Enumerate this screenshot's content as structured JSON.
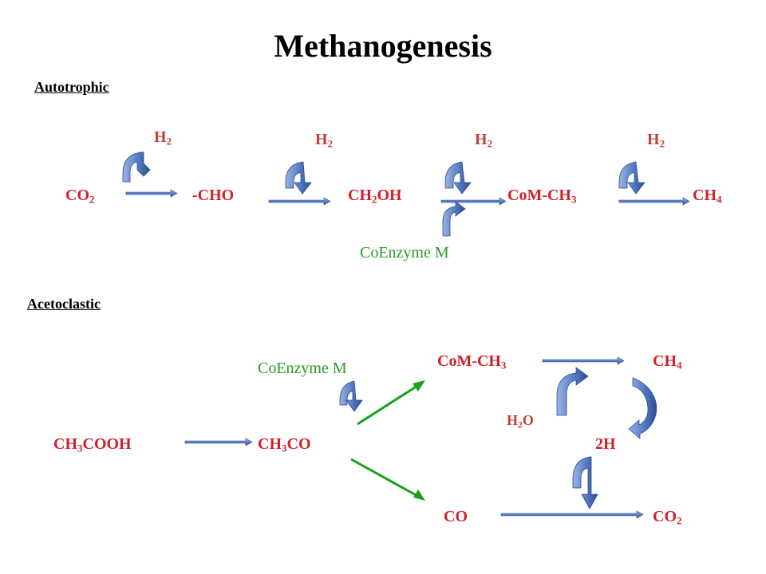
{
  "title": "Methanogenesis",
  "autotrophic": {
    "heading": "Autotrophic",
    "h2": {
      "text": "H",
      "sub": "2"
    },
    "co2": {
      "text": "CO",
      "sub": "2"
    },
    "cho": "-CHO",
    "ch2oh": {
      "pre": "CH",
      "sub": "2",
      "post": "OH"
    },
    "comch3": {
      "text": "CoM-CH",
      "sub": "3"
    },
    "ch4": {
      "text": "CH",
      "sub": "4"
    },
    "coenzyme": "CoEnzyme M"
  },
  "acetoclastic": {
    "heading": "Acetoclastic",
    "ch3cooh": {
      "pre": "CH",
      "sub": "3",
      "post": "COOH"
    },
    "ch3co": {
      "pre": "CH",
      "sub": "3",
      "post": "CO"
    },
    "coenzyme": "CoEnzyme M",
    "comch3": {
      "text": "CoM-CH",
      "sub": "3"
    },
    "ch4": {
      "text": "CH",
      "sub": "4"
    },
    "h2o": {
      "pre": "H",
      "sub": "2",
      "post": "O"
    },
    "two_h": "2H",
    "co": "CO",
    "co2": {
      "text": "CO",
      "sub": "2"
    }
  },
  "colors": {
    "chem": "#d0202a",
    "coenzyme": "#2a9a2a",
    "arrow_blue": "#5078c0",
    "arrow_green": "#1aa01a"
  }
}
